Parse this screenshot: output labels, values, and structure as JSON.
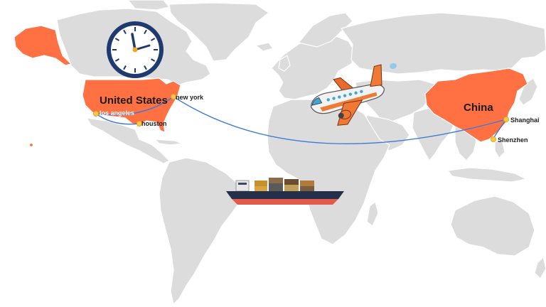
{
  "map": {
    "countries": [
      {
        "name": "United States",
        "color": "#ff7043"
      },
      {
        "name": "China",
        "color": "#ff7043"
      }
    ],
    "cities": {
      "new_york": "new york",
      "los_angeles": "los angeles",
      "houston": "houston",
      "shanghai": "Shanghai",
      "shenzhen": "Shenzhen"
    },
    "route_color": "#3a7bd5",
    "icons": [
      "clock-icon",
      "airplane-icon",
      "cargo-ship-icon"
    ]
  }
}
